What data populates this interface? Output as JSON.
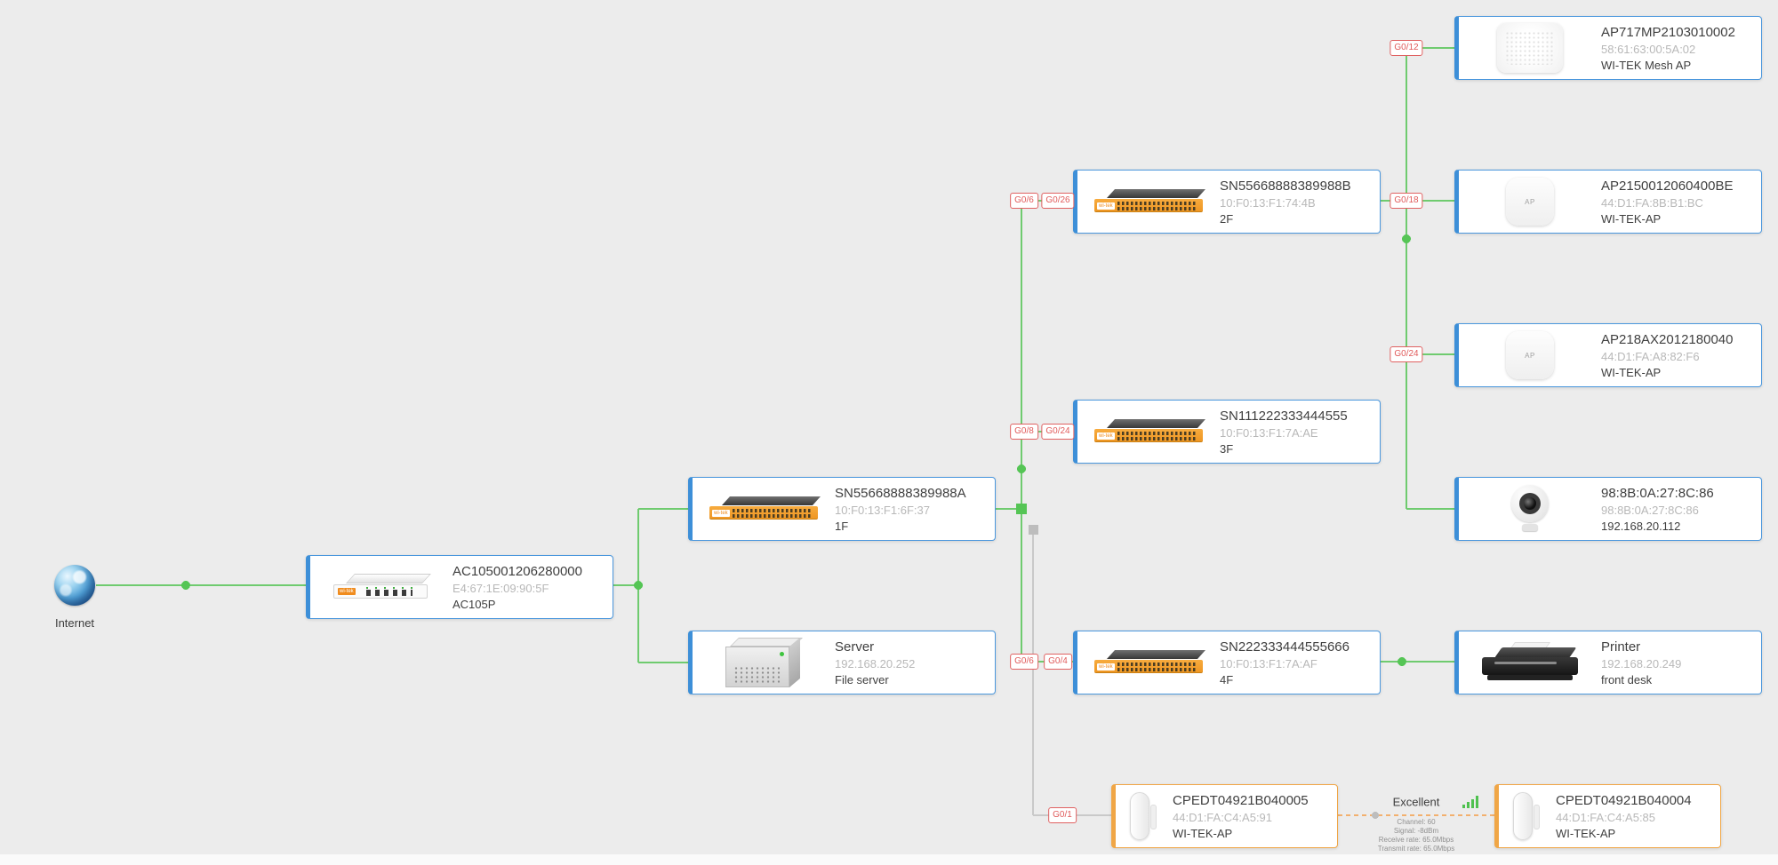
{
  "colors": {
    "background": "#ececec",
    "card_border": "#4a97dd",
    "card_accent": "#3d8fd8",
    "link_green": "#6fcb6f",
    "link_gray": "#c9c9c9",
    "wireless_orange": "#f2b06e",
    "port_red": "#e05b5b",
    "brand_orange": "#f08c1e"
  },
  "internet": {
    "label": "Internet"
  },
  "brand": "wi-tek",
  "nodes": [
    {
      "id": "ac",
      "title": "AC105001206280000",
      "line2": "E4:67:1E:09:90:5F",
      "line3": "AC105P",
      "icon": "router"
    },
    {
      "id": "sw1f",
      "title": "SN55668888389988A",
      "line2": "10:F0:13:F1:6F:37",
      "line3": "1F",
      "icon": "switch"
    },
    {
      "id": "server",
      "title": "Server",
      "line2": "192.168.20.252",
      "line3": "File server",
      "icon": "server"
    },
    {
      "id": "sw2f",
      "title": "SN55668888389988B",
      "line2": "10:F0:13:F1:74:4B",
      "line3": "2F",
      "icon": "switch"
    },
    {
      "id": "sw3f",
      "title": "SN111222333444555",
      "line2": "10:F0:13:F1:7A:AE",
      "line3": "3F",
      "icon": "switch"
    },
    {
      "id": "sw4f",
      "title": "SN222333444555666",
      "line2": "10:F0:13:F1:7A:AF",
      "line3": "4F",
      "icon": "switch"
    },
    {
      "id": "ap717",
      "title": "AP717MP2103010002",
      "line2": "58:61:63:00:5A:02",
      "line3": "WI-TEK Mesh AP",
      "icon": "mesh-ap"
    },
    {
      "id": "ap215",
      "title": "AP2150012060400BE",
      "line2": "44:D1:FA:8B:B1:BC",
      "line3": "WI-TEK-AP",
      "icon": "ap",
      "icon_label": "AP"
    },
    {
      "id": "ap218",
      "title": "AP218AX2012180040",
      "line2": "44:D1:FA:A8:82:F6",
      "line3": "WI-TEK-AP",
      "icon": "ap",
      "icon_label": "AP"
    },
    {
      "id": "camera",
      "title": "98:8B:0A:27:8C:86",
      "line2": "98:8B:0A:27:8C:86",
      "line3": "192.168.20.112",
      "icon": "camera"
    },
    {
      "id": "printer",
      "title": "Printer",
      "line2": "192.168.20.249",
      "line3": "front desk",
      "icon": "printer"
    },
    {
      "id": "cpe5",
      "title": "CPEDT04921B040005",
      "line2": "44:D1:FA:C4:A5:91",
      "line3": "WI-TEK-AP",
      "icon": "cpe"
    },
    {
      "id": "cpe4",
      "title": "CPEDT04921B040004",
      "line2": "44:D1:FA:C4:A5:85",
      "line3": "WI-TEK-AP",
      "icon": "cpe"
    }
  ],
  "ports": [
    {
      "label": "G0/12"
    },
    {
      "label": "G0/6"
    },
    {
      "label": "G0/26"
    },
    {
      "label": "G0/18"
    },
    {
      "label": "G0/24"
    },
    {
      "label": "G0/8"
    },
    {
      "label": "G0/24"
    },
    {
      "label": "G0/6"
    },
    {
      "label": "G0/4"
    },
    {
      "label": "G0/1"
    }
  ],
  "wireless_link": {
    "quality": "Excellent",
    "stats": [
      "Channel: 60",
      "Signal: -8dBm",
      "Receive rate: 65.0Mbps",
      "Transmit rate: 65.0Mbps"
    ]
  }
}
